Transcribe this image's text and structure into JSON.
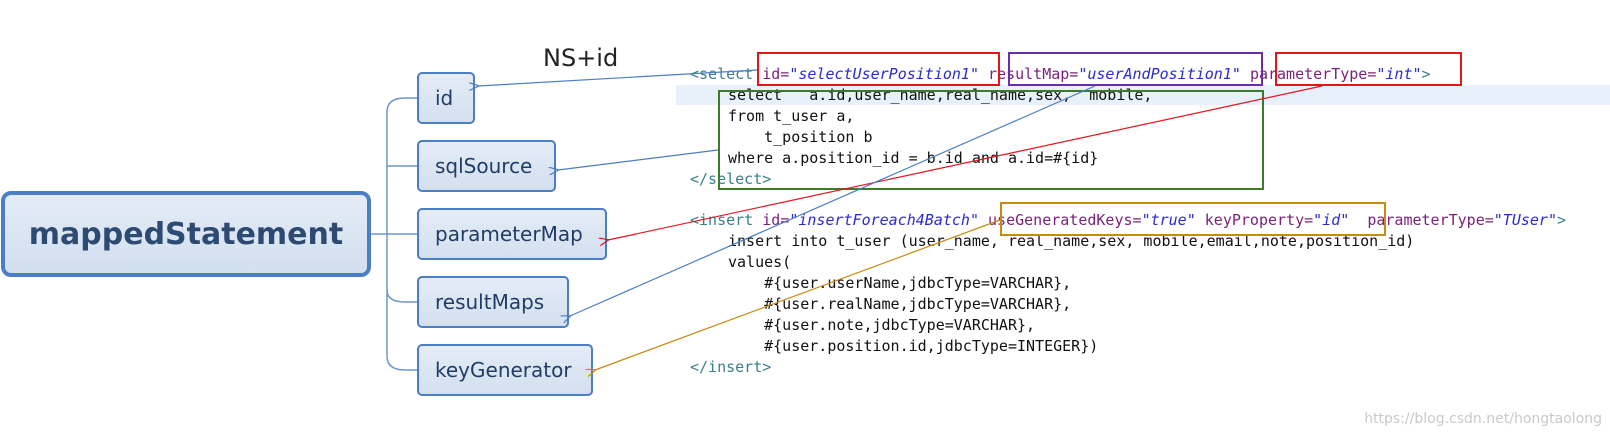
{
  "ns_label": "NS+id",
  "root": "mappedStatement",
  "children": [
    "id",
    "sqlSource",
    "parameterMap",
    "resultMaps",
    "keyGenerator"
  ],
  "select_block": {
    "open_tag": "<select",
    "id_attr": "id=",
    "id_val": "\"selectUserPosition1\"",
    "resultmap_attr": "resultMap=",
    "resultmap_val": "\"userAndPosition1\"",
    "paramtype_attr": "parameterType=",
    "paramtype_val": "\"int\"",
    "open_tag_end": ">",
    "sql_lines": [
      "select   a.id,user_name,real_name,sex,  mobile,",
      "from t_user a,",
      "    t_position b",
      "where a.position_id = b.id and a.id=#{id}"
    ],
    "close_tag": "</select>"
  },
  "insert_block": {
    "open_tag": "<insert",
    "id_attr": "id=",
    "id_val": "\"insertForeach4Batch\"",
    "usegen_attr": "useGeneratedKeys=",
    "usegen_val": "\"true\"",
    "keyprop_attr": "keyProperty=",
    "keyprop_val": "\"id\"",
    "paramtype_attr": "parameterType=",
    "paramtype_val": "\"TUser\"",
    "open_tag_end": ">",
    "sql_lines": [
      "insert into t_user (user_name, real_name,sex, mobile,email,note,position_id)",
      "values(",
      "    #{user.userName,jdbcType=VARCHAR},",
      "    #{user.realName,jdbcType=VARCHAR},",
      "    #{user.note,jdbcType=VARCHAR},",
      "    #{user.position.id,jdbcType=INTEGER})"
    ],
    "close_tag": "</insert>"
  },
  "watermark": "https://blog.csdn.net/hongtaolong",
  "colors": {
    "node_border": "#4a7ec7",
    "node_fill": "#dbe5f3",
    "box_red": "#e8131b",
    "box_purple": "#6a2fa8",
    "box_green": "#3d7a2a",
    "box_orange": "#c98a12",
    "arrow_blue": "#4a7ec7",
    "arrow_red": "#e8131b",
    "arrow_orange": "#c98a12"
  }
}
